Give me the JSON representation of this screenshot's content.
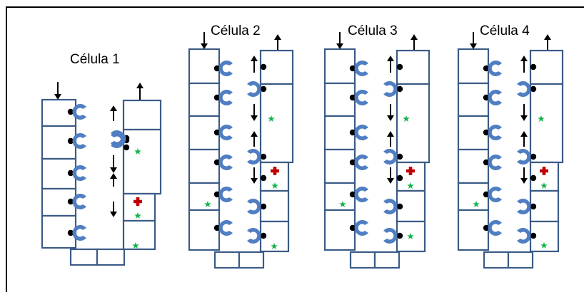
{
  "cells": [
    {
      "label": "Célula 1"
    },
    {
      "label": "Célula 2"
    },
    {
      "label": "Célula 3"
    },
    {
      "label": "Célula 4"
    }
  ],
  "colors": {
    "box_border": "#3b5b86",
    "receptor": "#4f7ec2",
    "marker_star": "#12b34b",
    "marker_cross": "#c00000",
    "ligand": "#000000"
  },
  "icons": [
    "receptor-icon",
    "ligand-dot-icon",
    "star-marker-icon",
    "cross-marker-icon",
    "arrow-icon"
  ]
}
